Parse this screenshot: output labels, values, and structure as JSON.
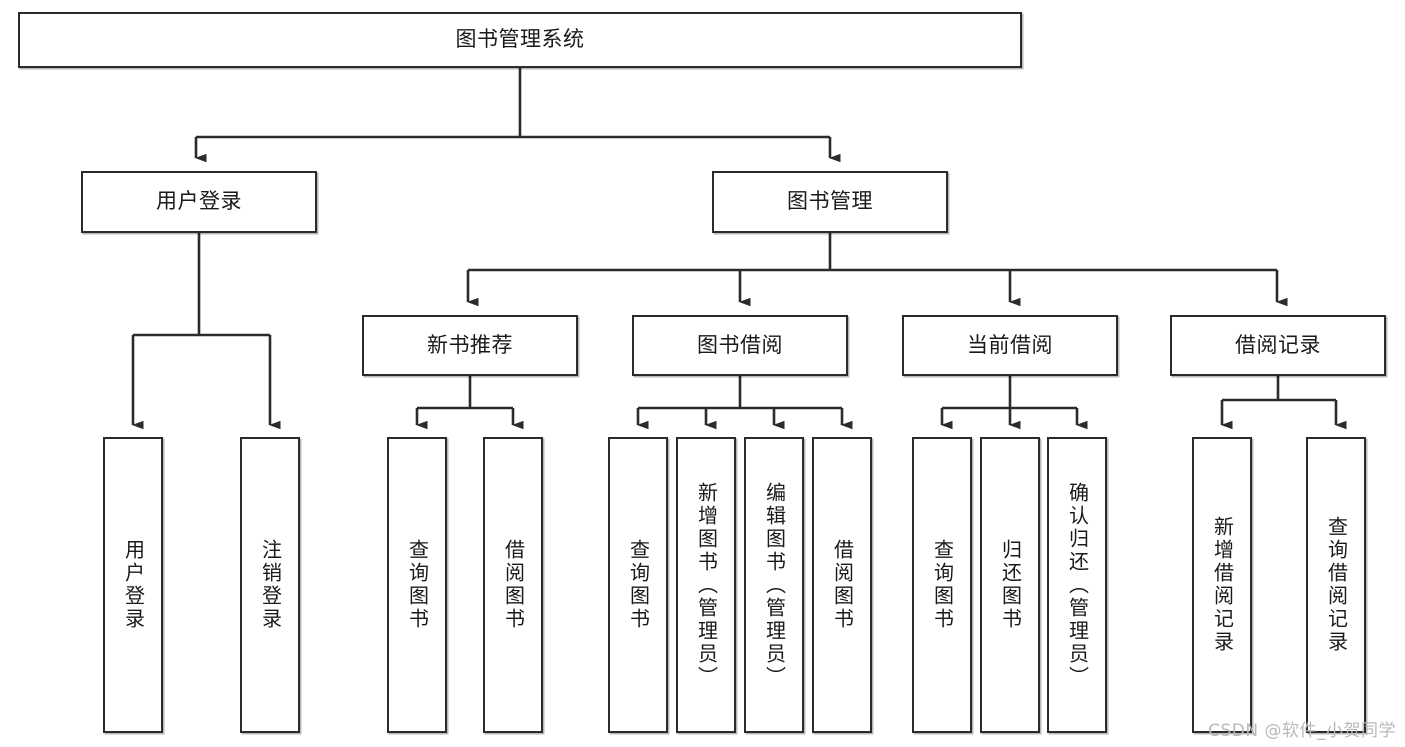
{
  "diagram": {
    "type": "tree",
    "title": "图书管理系统",
    "orientation": "top-down",
    "colors": {
      "box_border": "#2b2b2b",
      "box_fill": "#ffffff",
      "connector": "#2b2b2b",
      "text": "#1a1a1a",
      "watermark": "#b9b9b9"
    },
    "nodes": {
      "root": {
        "label": "图书管理系统",
        "level": 0,
        "text_direction": "horizontal"
      },
      "user_login": {
        "label": "用户登录",
        "level": 1,
        "text_direction": "horizontal"
      },
      "book_mgmt": {
        "label": "图书管理",
        "level": 1,
        "text_direction": "horizontal"
      },
      "new_book_rec": {
        "label": "新书推荐",
        "level": 2,
        "text_direction": "horizontal"
      },
      "book_borrow": {
        "label": "图书借阅",
        "level": 2,
        "text_direction": "horizontal"
      },
      "current_borrow": {
        "label": "当前借阅",
        "level": 2,
        "text_direction": "horizontal"
      },
      "borrow_record": {
        "label": "借阅记录",
        "level": 2,
        "text_direction": "horizontal"
      },
      "leaf_user_login": {
        "label": "用户登录",
        "level": 3,
        "text_direction": "vertical"
      },
      "leaf_logout": {
        "label": "注销登录",
        "level": 3,
        "text_direction": "vertical"
      },
      "leaf_query_book_1": {
        "label": "查询图书",
        "level": 3,
        "text_direction": "vertical"
      },
      "leaf_borrow_book_1": {
        "label": "借阅图书",
        "level": 3,
        "text_direction": "vertical"
      },
      "leaf_query_book_2": {
        "label": "查询图书",
        "level": 3,
        "text_direction": "vertical"
      },
      "leaf_add_book": {
        "label": "新增图书（管理员）",
        "level": 3,
        "text_direction": "vertical"
      },
      "leaf_edit_book": {
        "label": "编辑图书（管理员）",
        "level": 3,
        "text_direction": "vertical"
      },
      "leaf_borrow_book_2": {
        "label": "借阅图书",
        "level": 3,
        "text_direction": "vertical"
      },
      "leaf_query_book_3": {
        "label": "查询图书",
        "level": 3,
        "text_direction": "vertical"
      },
      "leaf_return_book": {
        "label": "归还图书",
        "level": 3,
        "text_direction": "vertical"
      },
      "leaf_confirm_return": {
        "label": "确认归还（管理员）",
        "level": 3,
        "text_direction": "vertical"
      },
      "leaf_add_record": {
        "label": "新增借阅记录",
        "level": 3,
        "text_direction": "vertical"
      },
      "leaf_query_record": {
        "label": "查询借阅记录",
        "level": 3,
        "text_direction": "vertical"
      }
    },
    "edges": [
      {
        "from": "root",
        "to": "user_login"
      },
      {
        "from": "root",
        "to": "book_mgmt"
      },
      {
        "from": "book_mgmt",
        "to": "new_book_rec"
      },
      {
        "from": "book_mgmt",
        "to": "book_borrow"
      },
      {
        "from": "book_mgmt",
        "to": "current_borrow"
      },
      {
        "from": "book_mgmt",
        "to": "borrow_record"
      },
      {
        "from": "user_login",
        "to": "leaf_user_login"
      },
      {
        "from": "user_login",
        "to": "leaf_logout"
      },
      {
        "from": "new_book_rec",
        "to": "leaf_query_book_1"
      },
      {
        "from": "new_book_rec",
        "to": "leaf_borrow_book_1"
      },
      {
        "from": "book_borrow",
        "to": "leaf_query_book_2"
      },
      {
        "from": "book_borrow",
        "to": "leaf_add_book"
      },
      {
        "from": "book_borrow",
        "to": "leaf_edit_book"
      },
      {
        "from": "book_borrow",
        "to": "leaf_borrow_book_2"
      },
      {
        "from": "current_borrow",
        "to": "leaf_query_book_3"
      },
      {
        "from": "current_borrow",
        "to": "leaf_return_book"
      },
      {
        "from": "current_borrow",
        "to": "leaf_confirm_return"
      },
      {
        "from": "borrow_record",
        "to": "leaf_add_record"
      },
      {
        "from": "borrow_record",
        "to": "leaf_query_record"
      }
    ]
  },
  "watermark": {
    "text": "CSDN @软件_小贺同学"
  }
}
